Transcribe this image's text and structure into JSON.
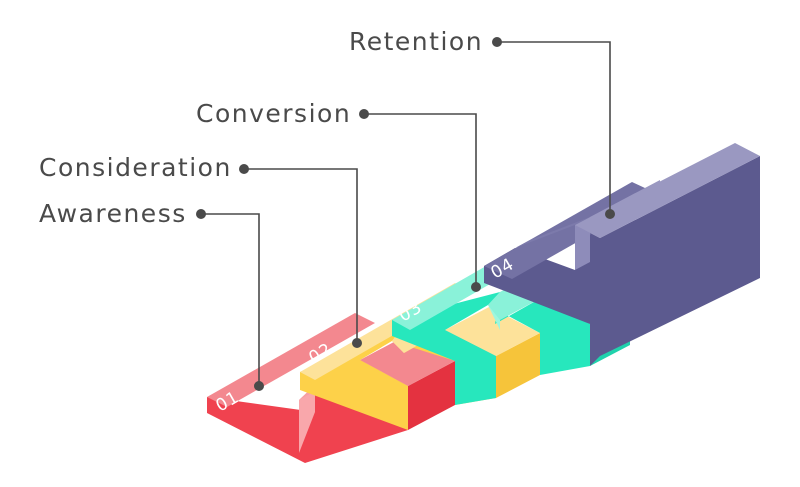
{
  "stages": [
    {
      "number": "01",
      "label": "Awareness",
      "color_top": "#f3888f",
      "color_front": "#f0424f",
      "color_side": "#f58f95"
    },
    {
      "number": "02",
      "label": "Consideration",
      "color_top": "#fde29a",
      "color_front": "#fdd149",
      "color_side": "#fee6a3"
    },
    {
      "number": "03",
      "label": "Conversion",
      "color_top": "#8af2d9",
      "color_front": "#27e7bd",
      "color_side": "#9ef6de"
    },
    {
      "number": "04",
      "label": "Retention",
      "color_top": "#9a98c1",
      "color_front": "#5c5a8f",
      "color_side": "#7c7aab"
    }
  ]
}
